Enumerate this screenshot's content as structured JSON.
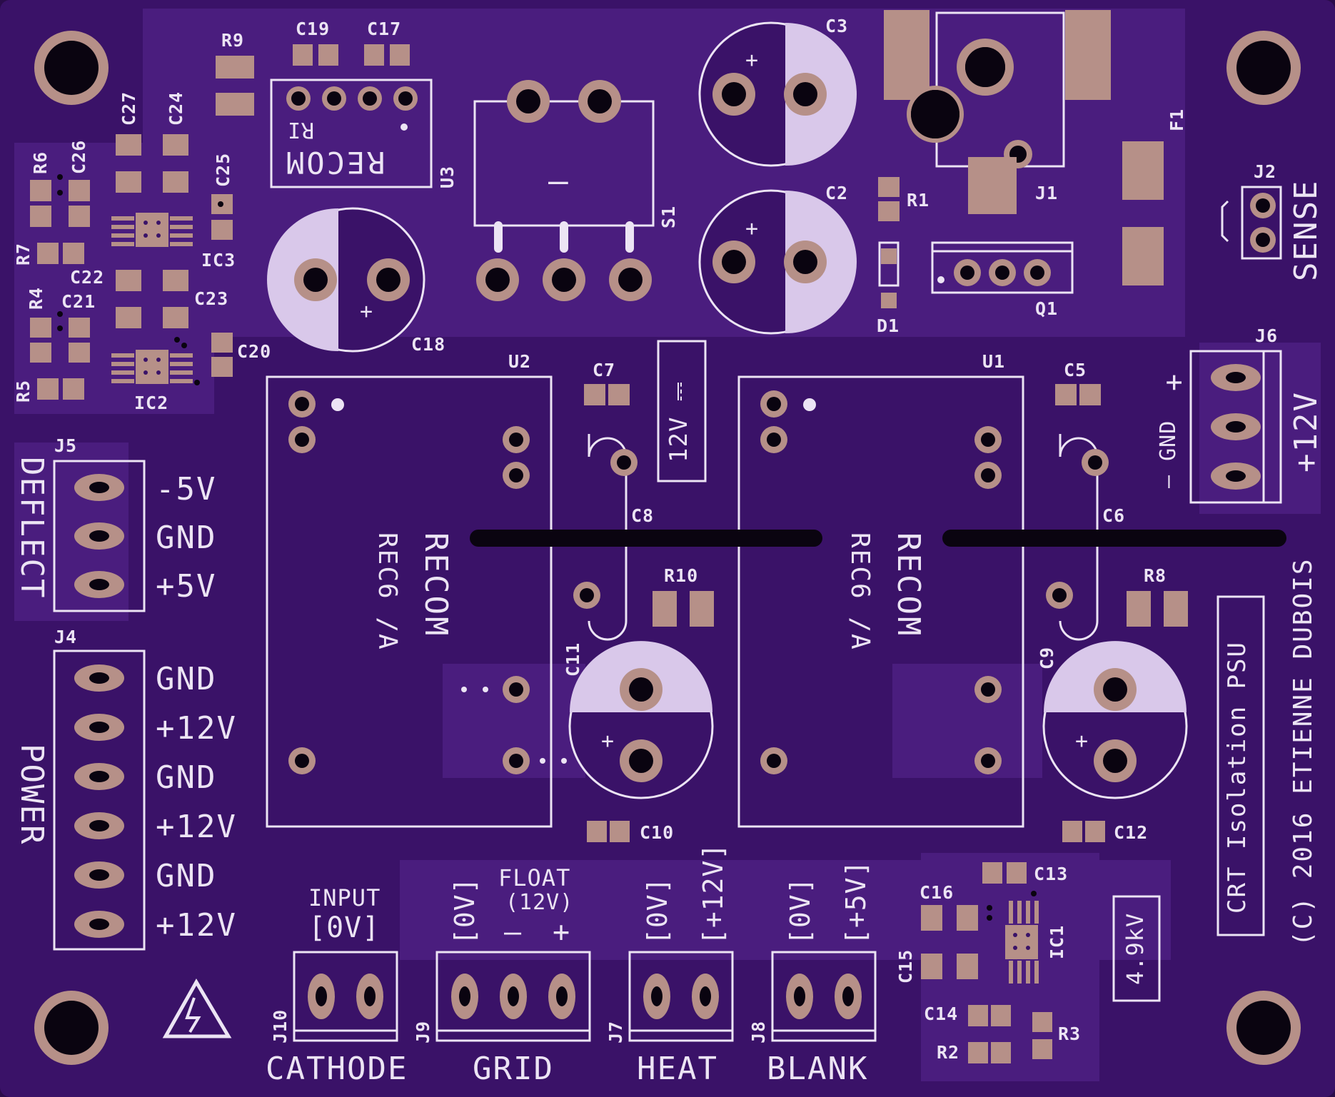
{
  "board": {
    "colors": {
      "substrate": "#3a1268",
      "copper_fill": "#4a1d7e",
      "silkscreen": "#ece4f4",
      "pad": "#b69088",
      "hole": "#0a0410"
    },
    "designators": {
      "R9": "R9",
      "C19": "C19",
      "C17": "C17",
      "C3": "C3",
      "C2": "C2",
      "C27": "C27",
      "C24": "C24",
      "C26": "C26",
      "C25": "C25",
      "R6": "R6",
      "R7": "R7",
      "IC3": "IC3",
      "C22": "C22",
      "C23": "C23",
      "C21": "C21",
      "R4": "R4",
      "C20": "C20",
      "R5": "R5",
      "IC2": "IC2",
      "U3": "U3",
      "S1": "S1",
      "C18": "C18",
      "R1": "R1",
      "J1": "J1",
      "F1": "F1",
      "J2": "J2",
      "D1": "D1",
      "Q1": "Q1",
      "U2": "U2",
      "C7": "C7",
      "U1": "U1",
      "C5": "C5",
      "J6": "J6",
      "J5": "J5",
      "C8": "C8",
      "C6": "C6",
      "R10": "R10",
      "R8": "R8",
      "C11": "C11",
      "C9": "C9",
      "J4": "J4",
      "C10": "C10",
      "C12": "C12",
      "C13": "C13",
      "C16": "C16",
      "C15": "C15",
      "IC1": "IC1",
      "C14": "C14",
      "R2": "R2",
      "R3": "R3",
      "J10": "J10",
      "J9": "J9",
      "J7": "J7",
      "J8": "J8"
    },
    "module_text": {
      "recom": "RECOM",
      "ri": "RI",
      "rec6": "REC6 /A",
      "dash": "–"
    },
    "deflect": {
      "title": "DEFLECT",
      "pins": [
        "-5V",
        "GND",
        "+5V"
      ]
    },
    "power": {
      "title": "POWER",
      "pins": [
        "GND",
        "+12V",
        "GND",
        "+12V",
        "GND",
        "+12V"
      ]
    },
    "input_12v": {
      "title": "+12V",
      "plus": "+",
      "gnd": "– GND"
    },
    "sense": "SENSE",
    "box_12v": "12V ⎓",
    "box_49kv": "4.9kV",
    "footer": {
      "copyright": "(C) 2016 ETIENNE DUBOIS",
      "product": "CRT Isolation PSU"
    },
    "input_label": {
      "line1": "INPUT",
      "line2": "[0V]"
    },
    "float_label": {
      "line1": "FLOAT",
      "line2": "(12V)",
      "minus": "–",
      "plus": "+"
    },
    "grid_0v": "[0V]",
    "heat_labels": [
      "[0V]",
      "[+12V]"
    ],
    "blank_labels": [
      "[0V]",
      "[+5V]"
    ],
    "bottom_labels": [
      "CATHODE",
      "GRID",
      "HEAT",
      "BLANK"
    ],
    "plus_sign": "+"
  }
}
